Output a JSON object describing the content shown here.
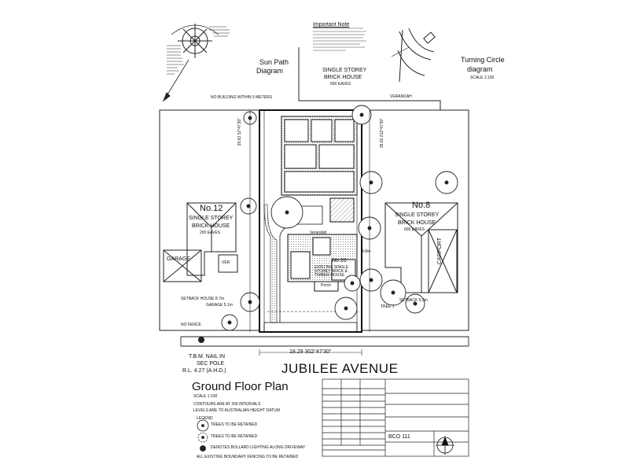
{
  "sun_path": {
    "title_line1": "Sun Path",
    "title_line2": "Diagram"
  },
  "turning_circle": {
    "title_line1": "Turning Circle",
    "title_line2": "diagram",
    "scale": "SCALE 1:100"
  },
  "important_note": {
    "title": "Important Note"
  },
  "north_house": {
    "line1": "SINGLE STOREY",
    "line2": "BRICK HOUSE",
    "line3": "600 EAVES"
  },
  "verandah_label": "VERANDAH",
  "no_building": "NO BUILDING WITHIN 9 METERS",
  "left_house": {
    "number": "No.12",
    "line1": "SINGLE STOREY",
    "line2": "BRICK HOUSE",
    "line3": "200 EAVES"
  },
  "right_house": {
    "number": "No.8",
    "line1": "SINGLE STOREY",
    "line2": "BRICK HOUSE",
    "line3": "600 EAVES"
  },
  "garage_label": "GARAGE",
  "carport_label": "CARPORT",
  "ver_label": "VER",
  "setback_left": {
    "line1": "SETBACK HOUSE 8.7m",
    "line2": "GARAGE 5.1m"
  },
  "setback_right": "SETBACK 9.3m",
  "boundary_west": "39.62 32°47'30\"",
  "boundary_east": "39.62 212°47'30\"",
  "boundary_south": "18.29 302°47'30\"",
  "subject_site": {
    "number": "No.10",
    "text": "EXISTING SINGLE STOREY BRICK & TIMBER HOUSE"
  },
  "porch_label": "Porch",
  "verandah_small": "Verandah",
  "dimension_right": "4.8m",
  "tree_label": "TREE 1",
  "no_fence": "NO FENCE",
  "tbm": {
    "line1": "T.B.M. NAIL IN",
    "line2": "SEC POLE",
    "line3": "R.L. 4.27 (A.H.D.)"
  },
  "street_name": "JUBILEE AVENUE",
  "plan_title": "Ground Floor Plan",
  "scale": "SCALE 1:100",
  "notes": {
    "line1": "CONTOURS ARE AT 200 INTERVALS",
    "line2": "LEVELS ARE TO AUSTRALIAN HEIGHT DATUM"
  },
  "legend": {
    "title": "LEGEND",
    "items": [
      {
        "icon": "tree-retained",
        "text": "TREES TO BE RETAINED"
      },
      {
        "icon": "tree-removed",
        "text": "TREES TO BE RETAINED"
      },
      {
        "icon": "bollard",
        "text": "DENOTES BOLLARD LIGHTING ALONG DRIVEWAY"
      },
      {
        "icon": "none",
        "text": "ALL EXISTING BOUNDARY FENCING TO BE RETAINED"
      }
    ]
  },
  "title_block_drawing_no": "BCO 111"
}
